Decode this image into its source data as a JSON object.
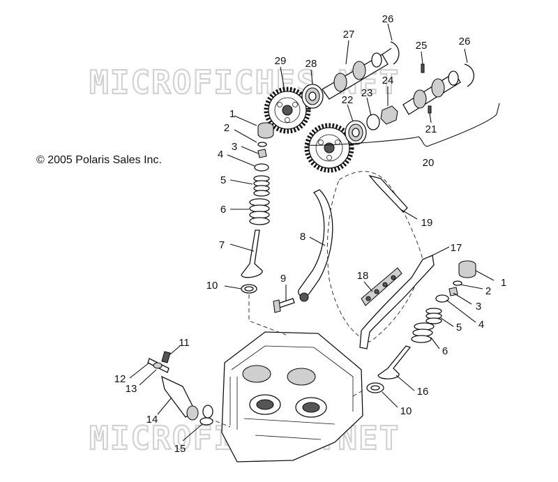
{
  "copyright": "© 2005 Polaris Sales Inc.",
  "watermark_top": "MICROFICHES.NET",
  "watermark_bottom": "MICROFICHES.NET",
  "callouts": [
    {
      "id": "1",
      "name": "callout-1-left"
    },
    {
      "id": "2",
      "name": "callout-2-left"
    },
    {
      "id": "3",
      "name": "callout-3-left"
    },
    {
      "id": "4",
      "name": "callout-4-left"
    },
    {
      "id": "5",
      "name": "callout-5-left"
    },
    {
      "id": "6",
      "name": "callout-6-left"
    },
    {
      "id": "7",
      "name": "callout-7"
    },
    {
      "id": "8",
      "name": "callout-8"
    },
    {
      "id": "9",
      "name": "callout-9"
    },
    {
      "id": "10",
      "name": "callout-10-left"
    },
    {
      "id": "11",
      "name": "callout-11"
    },
    {
      "id": "12",
      "name": "callout-12"
    },
    {
      "id": "13",
      "name": "callout-13"
    },
    {
      "id": "14",
      "name": "callout-14"
    },
    {
      "id": "15",
      "name": "callout-15"
    },
    {
      "id": "16",
      "name": "callout-16"
    },
    {
      "id": "17",
      "name": "callout-17"
    },
    {
      "id": "18",
      "name": "callout-18"
    },
    {
      "id": "19",
      "name": "callout-19"
    },
    {
      "id": "20",
      "name": "callout-20"
    },
    {
      "id": "21",
      "name": "callout-21"
    },
    {
      "id": "22",
      "name": "callout-22"
    },
    {
      "id": "23",
      "name": "callout-23"
    },
    {
      "id": "24",
      "name": "callout-24"
    },
    {
      "id": "25",
      "name": "callout-25"
    },
    {
      "id": "26",
      "name": "callout-26-left"
    },
    {
      "id": "26",
      "name": "callout-26-right"
    },
    {
      "id": "27",
      "name": "callout-27"
    },
    {
      "id": "28",
      "name": "callout-28"
    },
    {
      "id": "29",
      "name": "callout-29"
    },
    {
      "id": "1",
      "name": "callout-1-right"
    },
    {
      "id": "2",
      "name": "callout-2-right"
    },
    {
      "id": "3",
      "name": "callout-3-right"
    },
    {
      "id": "4",
      "name": "callout-4-right"
    },
    {
      "id": "5",
      "name": "callout-5-right"
    },
    {
      "id": "6",
      "name": "callout-6-right"
    },
    {
      "id": "10",
      "name": "callout-10-right"
    }
  ]
}
